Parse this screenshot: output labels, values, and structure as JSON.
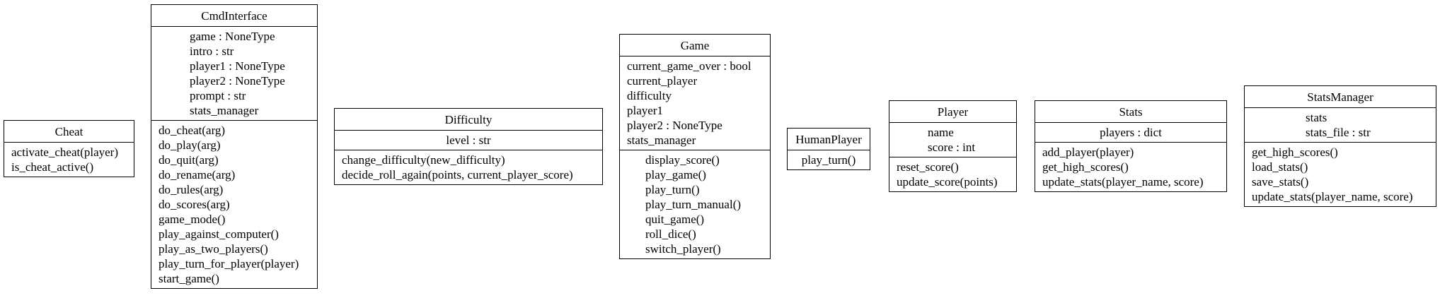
{
  "classes": {
    "cheat": {
      "name": "Cheat",
      "attributes": [],
      "methods": [
        "activate_cheat(player)",
        "is_cheat_active()"
      ]
    },
    "cmd_interface": {
      "name": "CmdInterface",
      "attributes": [
        "game : NoneType",
        "intro : str",
        "player1 : NoneType",
        "player2 : NoneType",
        "prompt : str",
        "stats_manager"
      ],
      "methods": [
        "do_cheat(arg)",
        "do_play(arg)",
        "do_quit(arg)",
        "do_rename(arg)",
        "do_rules(arg)",
        "do_scores(arg)",
        "game_mode()",
        "play_against_computer()",
        "play_as_two_players()",
        "play_turn_for_player(player)",
        "start_game()"
      ]
    },
    "difficulty": {
      "name": "Difficulty",
      "attributes": [
        "level : str"
      ],
      "methods": [
        "change_difficulty(new_difficulty)",
        "decide_roll_again(points, current_player_score)"
      ]
    },
    "game": {
      "name": "Game",
      "attributes": [
        "current_game_over : bool",
        "current_player",
        "difficulty",
        "player1",
        "player2 : NoneType",
        "stats_manager"
      ],
      "methods": [
        "display_score()",
        "play_game()",
        "play_turn()",
        "play_turn_manual()",
        "quit_game()",
        "roll_dice()",
        "switch_player()"
      ]
    },
    "human_player": {
      "name": "HumanPlayer",
      "attributes": [],
      "methods": [
        "play_turn()"
      ]
    },
    "player": {
      "name": "Player",
      "attributes": [
        "name",
        "score : int"
      ],
      "methods": [
        "reset_score()",
        "update_score(points)"
      ]
    },
    "stats": {
      "name": "Stats",
      "attributes": [
        "players : dict"
      ],
      "methods": [
        "add_player(player)",
        "get_high_scores()",
        "update_stats(player_name, score)"
      ]
    },
    "stats_manager": {
      "name": "StatsManager",
      "attributes": [
        "stats",
        "stats_file : str"
      ],
      "methods": [
        "get_high_scores()",
        "load_stats()",
        "save_stats()",
        "update_stats(player_name, score)"
      ]
    }
  }
}
